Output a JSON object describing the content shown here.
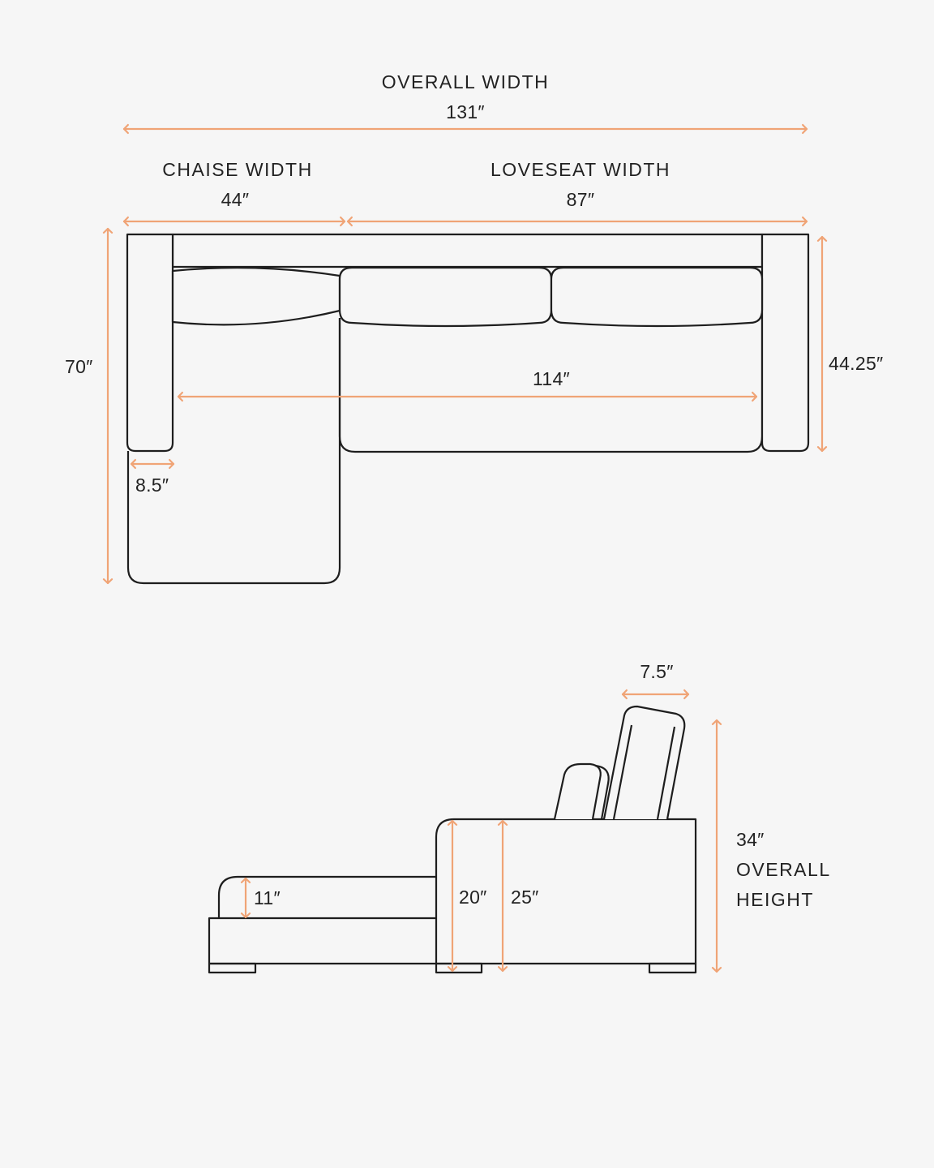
{
  "colors": {
    "background": "#f6f6f6",
    "outline": "#1e1e1e",
    "dimension": "#f0a476"
  },
  "top_view": {
    "overall_width_label": "OVERALL WIDTH",
    "overall_width_value": "131″",
    "chaise_width_label": "CHAISE WIDTH",
    "chaise_width_value": "44″",
    "loveseat_width_label": "LOVESEAT WIDTH",
    "loveseat_width_value": "87″",
    "depth_value": "70″",
    "loveseat_depth_value": "44.25″",
    "seat_width_value": "114″",
    "arm_width_value": "8.5″"
  },
  "side_view": {
    "back_cushion_depth_value": "7.5″",
    "chaise_arm_height_value": "11″",
    "seat_height_value": "20″",
    "arm_height_value": "25″",
    "overall_height_value": "34″",
    "overall_height_label_line1": "OVERALL",
    "overall_height_label_line2": "HEIGHT"
  }
}
